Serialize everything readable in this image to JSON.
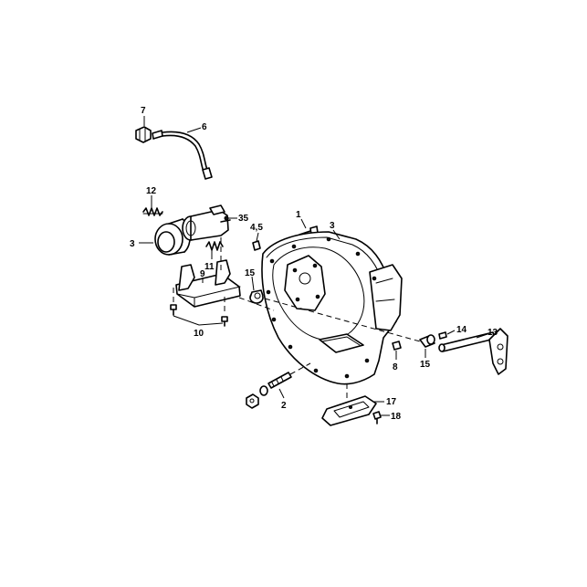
{
  "callouts": {
    "c7": "7",
    "c6": "6",
    "c12": "12",
    "c35": "35",
    "c3a": "3",
    "c11": "11",
    "c45": "4,5",
    "c1": "1",
    "c3b": "3",
    "c15a": "15",
    "c9": "9",
    "c10": "10",
    "c14": "14",
    "c13": "13",
    "c8": "8",
    "c15b": "15",
    "c2": "2",
    "c17": "17",
    "c18": "18"
  },
  "colors": {
    "ink": "#000000",
    "paper": "#ffffff"
  }
}
